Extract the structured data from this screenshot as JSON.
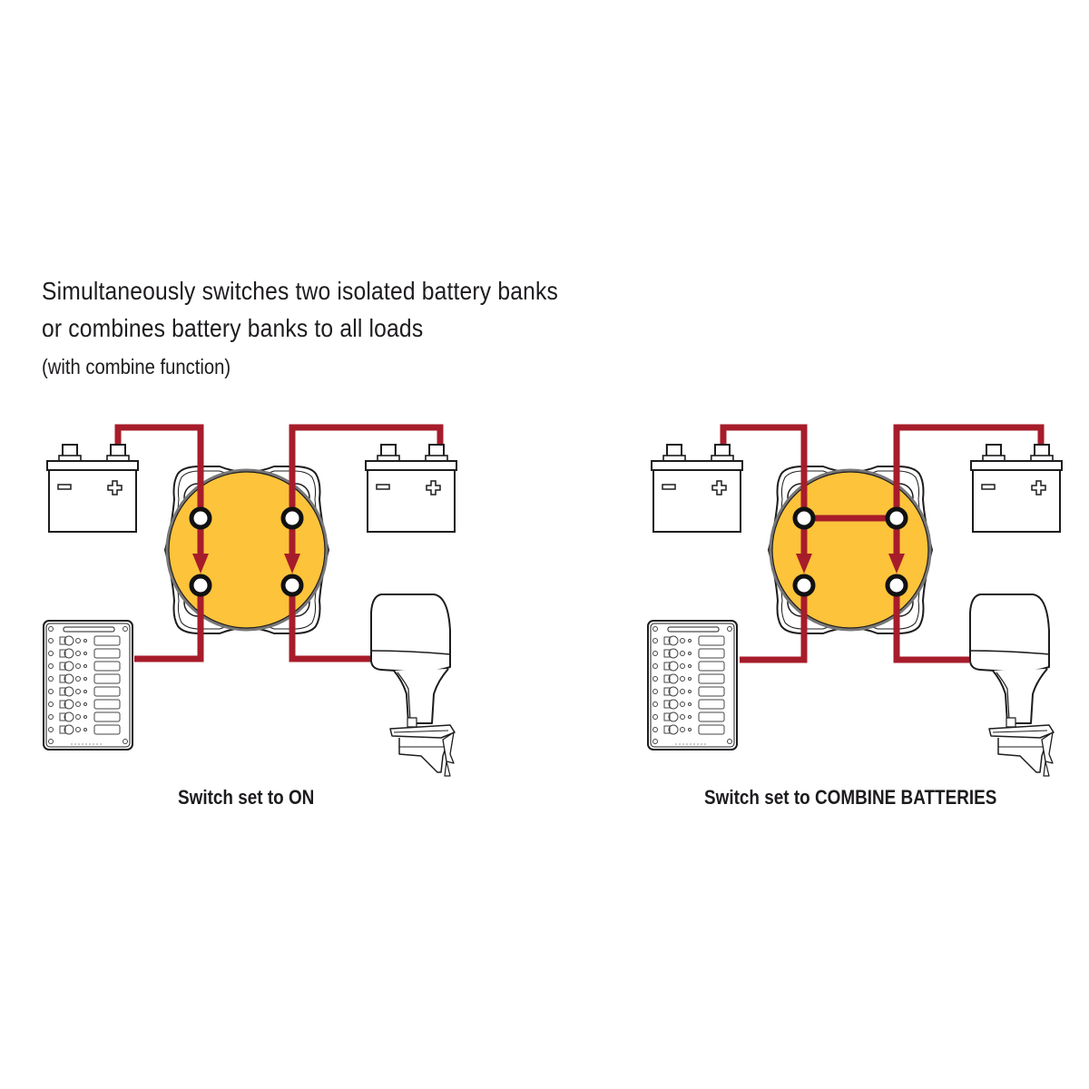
{
  "headline": {
    "line1": "Simultaneously switches two isolated battery banks",
    "line2": "or combines battery banks to all loads",
    "line3": "(with combine function)"
  },
  "diagrams": [
    {
      "id": "on",
      "caption": "Switch set to ON",
      "state": "ON",
      "components": [
        "battery-left",
        "battery-right",
        "battery-switch",
        "switch-panel",
        "outboard-motor"
      ],
      "combine_link": false
    },
    {
      "id": "combine",
      "caption": "Switch set to COMBINE BATTERIES",
      "state": "COMBINE",
      "components": [
        "battery-left",
        "battery-right",
        "battery-switch",
        "switch-panel",
        "outboard-motor"
      ],
      "combine_link": true
    }
  ],
  "battery_labels": {
    "negative": "−",
    "positive": "+"
  },
  "colors": {
    "wire": "#A71C2A",
    "switch_face": "#FDC33A",
    "outline": "#1e1b1f",
    "background": "#ffffff"
  }
}
